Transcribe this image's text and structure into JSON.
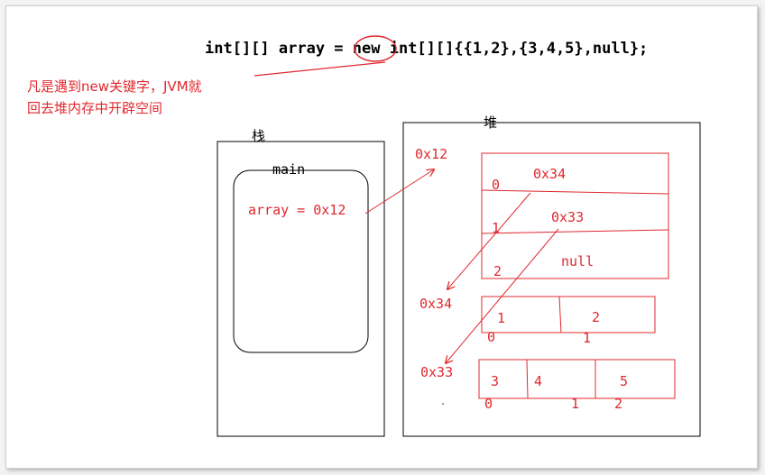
{
  "code_line": {
    "prefix": "int[][] array = ",
    "keyword": "new",
    "suffix": " int[][]{{1,2},{3,4,5},null};"
  },
  "annotation": {
    "line1": "凡是遇到new关键字，JVM就",
    "line2": "回去堆内存中开辟空间"
  },
  "stack": {
    "title": "栈",
    "frame_label": "main",
    "variable": "array = 0x12"
  },
  "heap": {
    "title": "堆",
    "outer": {
      "address": "0x12",
      "indices": [
        "0",
        "1",
        "2"
      ],
      "values": [
        "0x34",
        "0x33",
        "null"
      ]
    },
    "inner1": {
      "address": "0x34",
      "values": [
        "1",
        "2"
      ],
      "indices": [
        "0",
        "1"
      ]
    },
    "inner2": {
      "address": "0x33",
      "values": [
        "3",
        "4",
        "5"
      ],
      "indices": [
        "0",
        "1",
        "2"
      ]
    }
  },
  "colors": {
    "ink": "#000000",
    "accent": "#e0282e"
  }
}
